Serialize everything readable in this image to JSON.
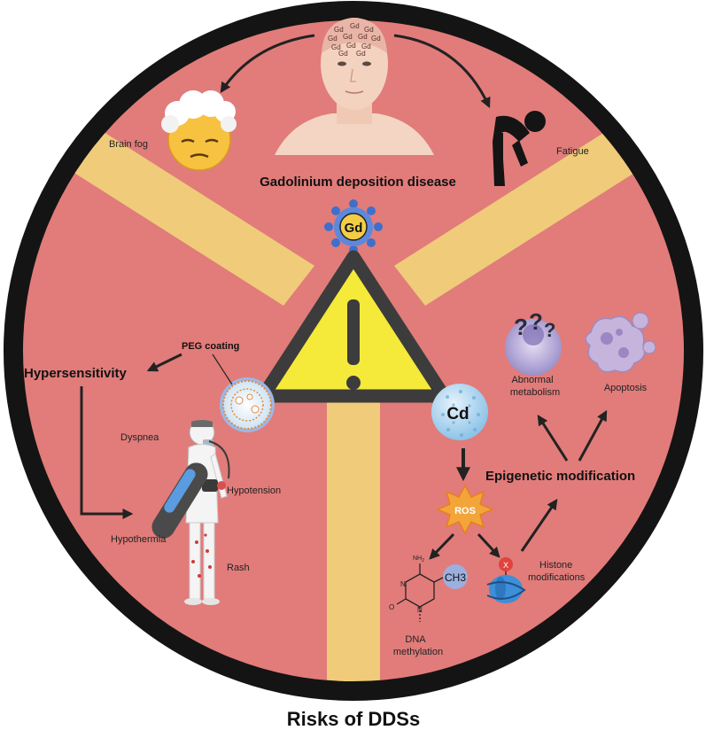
{
  "footer_title": "Risks of DDSs",
  "top_section": {
    "title": "Gadolinium deposition disease",
    "brain_fog": "Brain fog",
    "fatigue": "Fatigue",
    "gd_badge": "Gd",
    "brain_gd_marks": [
      "Gd",
      "Gd",
      "Gd",
      "Gd",
      "Gd",
      "Gd",
      "Gd",
      "Gd",
      "Gd",
      "Gd",
      "Gd",
      "Gd"
    ]
  },
  "left_section": {
    "peg_coating": "PEG coating",
    "hypersensitivity": "Hypersensitivity",
    "dyspnea": "Dyspnea",
    "hypotension": "Hypotension",
    "hypothermia": "Hypothermia",
    "rash": "Rash"
  },
  "right_section": {
    "cd_badge": "Cd",
    "ros": "ROS",
    "epigenetic": "Epigenetic modification",
    "abnormal_metabolism_1": "Abnormal",
    "abnormal_metabolism_2": "metabolism",
    "apoptosis": "Apoptosis",
    "histone_1": "Histone",
    "histone_2": "modifications",
    "dna_1": "DNA",
    "dna_2": "methylation",
    "ch3": "CH3",
    "histone_marker": "X",
    "nh2": "NH",
    "nh2_sub": "2",
    "atom_n": "N",
    "atom_o": "O"
  },
  "warning_mark": "!",
  "colors": {
    "background": "#E17C7A",
    "rim": "#141414",
    "band": "#EFCB7A",
    "warning_fill": "#F5E93A",
    "warning_stroke": "#3C3C3C"
  }
}
